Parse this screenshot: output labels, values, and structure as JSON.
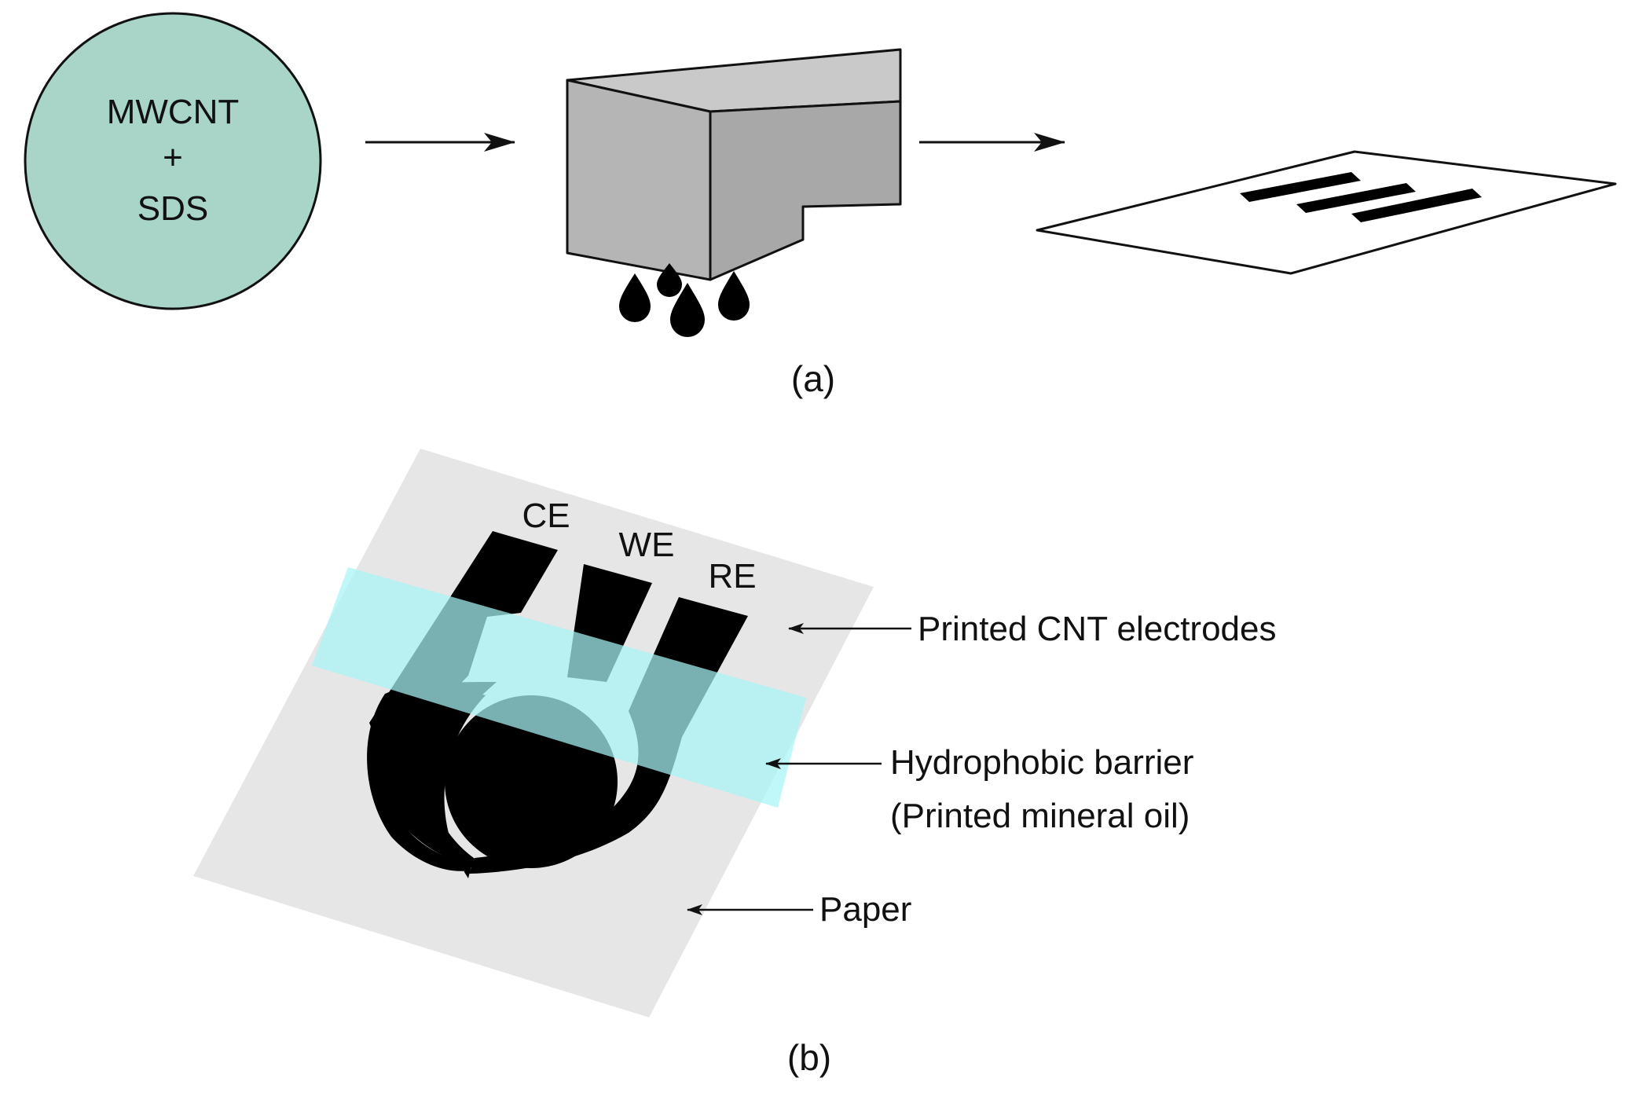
{
  "panel_a": {
    "label": "(a)",
    "solution": {
      "line1": "MWCNT",
      "line2": "+",
      "line3": "SDS"
    }
  },
  "panel_b": {
    "label": "(b)",
    "electrodes": {
      "ce": "CE",
      "we": "WE",
      "re": "RE"
    },
    "callouts": {
      "electrodes": "Printed CNT electrodes",
      "barrier_line1": "Hydrophobic barrier",
      "barrier_line2": "(Printed mineral oil)",
      "paper": "Paper"
    }
  },
  "colors": {
    "solution_fill": "#a9d4c8",
    "printer_fill": "#b5b5b5",
    "paper_sheet": "#e6e6e6",
    "barrier": "#a8f5f7",
    "ink": "#000000"
  }
}
